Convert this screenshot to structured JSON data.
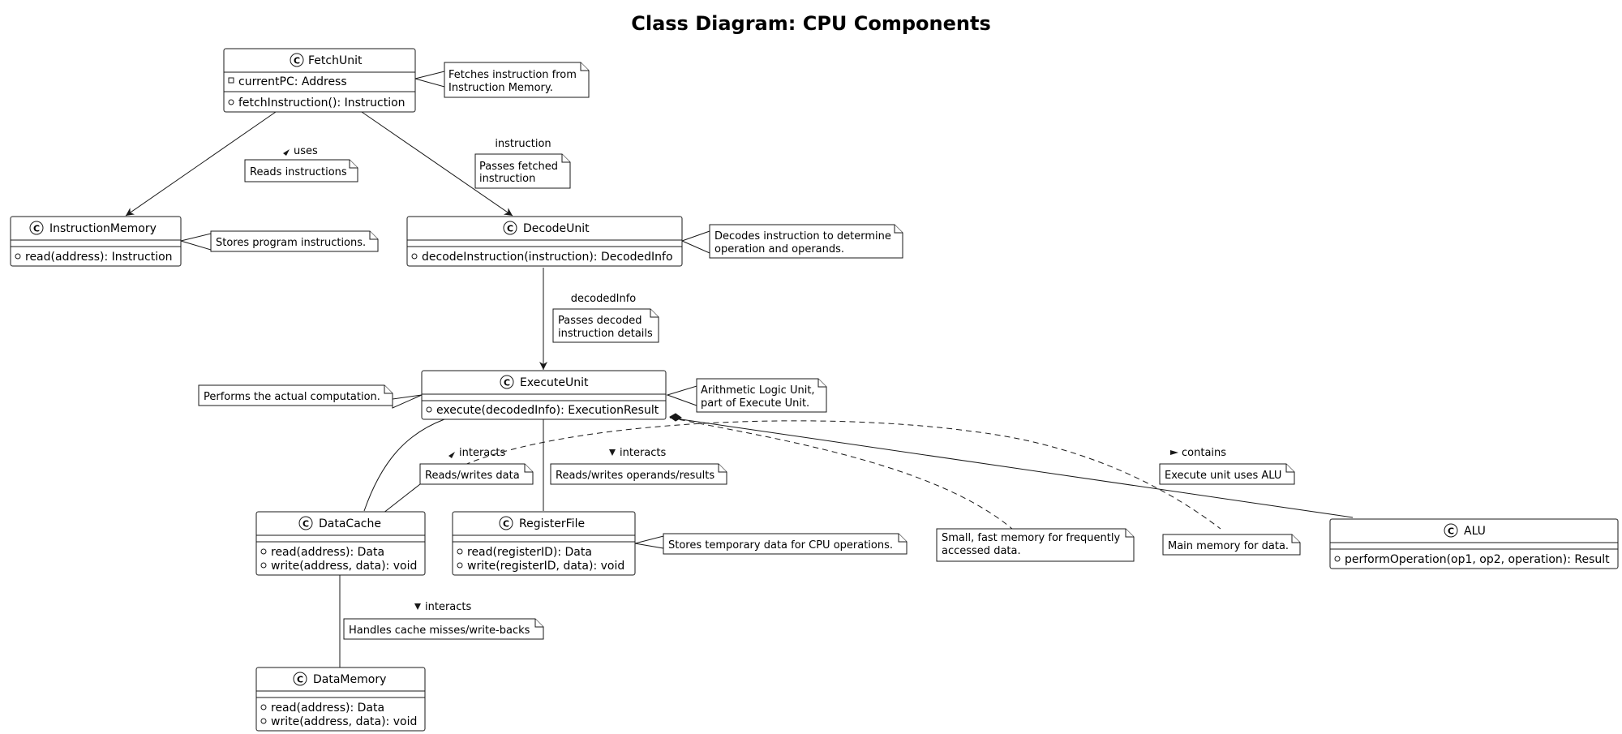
{
  "title": "Class Diagram: CPU Components",
  "classes": {
    "fetch": {
      "name": "FetchUnit",
      "attrs": [
        "currentPC: Address"
      ],
      "methods": [
        "fetchInstruction(): Instruction"
      ]
    },
    "imem": {
      "name": "InstructionMemory",
      "attrs": [],
      "methods": [
        "read(address): Instruction"
      ]
    },
    "decode": {
      "name": "DecodeUnit",
      "attrs": [],
      "methods": [
        "decodeInstruction(instruction): DecodedInfo"
      ]
    },
    "exec": {
      "name": "ExecuteUnit",
      "attrs": [],
      "methods": [
        "execute(decodedInfo): ExecutionResult"
      ]
    },
    "dcache": {
      "name": "DataCache",
      "attrs": [],
      "methods": [
        "read(address): Data",
        "write(address, data): void"
      ]
    },
    "regfile": {
      "name": "RegisterFile",
      "attrs": [],
      "methods": [
        "read(registerID): Data",
        "write(registerID, data): void"
      ]
    },
    "dmem": {
      "name": "DataMemory",
      "attrs": [],
      "methods": [
        "read(address): Data",
        "write(address, data): void"
      ]
    },
    "alu": {
      "name": "ALU",
      "attrs": [],
      "methods": [
        "performOperation(op1, op2, operation): Result"
      ]
    }
  },
  "class_icon_letter": "C",
  "notes": {
    "fetch": [
      "Fetches instruction from",
      "Instruction Memory."
    ],
    "reads": [
      "Reads instructions"
    ],
    "passes_fetched": [
      "Passes fetched",
      "instruction"
    ],
    "imem": [
      "Stores program instructions."
    ],
    "decode": [
      "Decodes instruction to determine",
      "operation and operands."
    ],
    "passes_decoded": [
      "Passes decoded",
      "instruction details"
    ],
    "exec_left": [
      "Performs the actual computation."
    ],
    "alu_part": [
      "Arithmetic Logic Unit,",
      "part of Execute Unit."
    ],
    "rw_data": [
      "Reads/writes data"
    ],
    "rw_operands": [
      "Reads/writes operands/results"
    ],
    "exec_uses_alu": [
      "Execute unit uses ALU"
    ],
    "regfile": [
      "Stores temporary data for CPU operations."
    ],
    "cache_desc": [
      "Small, fast memory for frequently",
      "accessed data."
    ],
    "main_mem": [
      "Main memory for data."
    ],
    "cache_miss": [
      "Handles cache misses/write-backs"
    ]
  },
  "labels": {
    "uses": "uses",
    "instruction": "instruction",
    "decodedInfo": "decodedInfo",
    "interacts_cache": "interacts",
    "interacts_reg": "interacts",
    "contains": "contains",
    "interacts_mem": "interacts"
  }
}
